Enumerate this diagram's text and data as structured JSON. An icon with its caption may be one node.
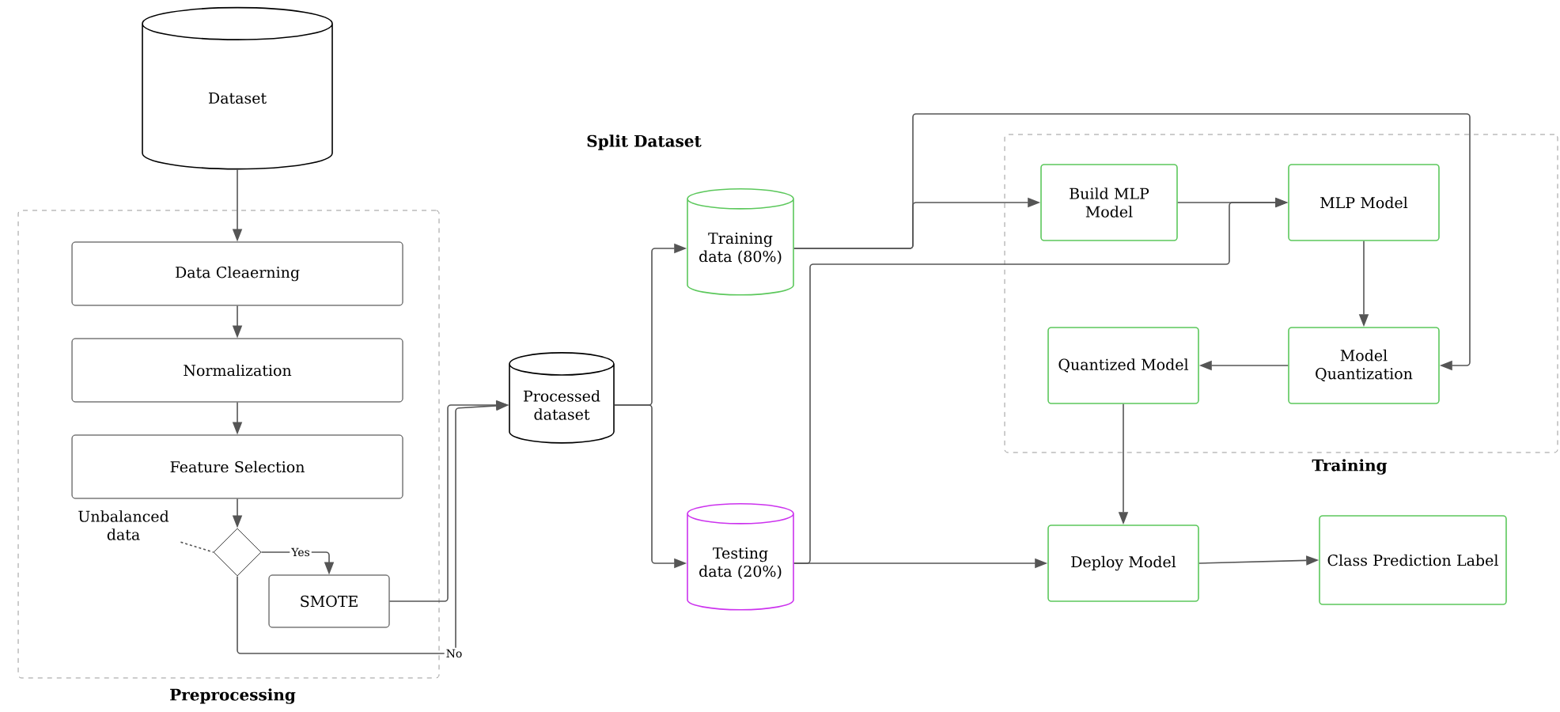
{
  "diagram": {
    "nodes": [
      {
        "text": [
          "Dataset"
        ]
      },
      {
        "text": [
          "Preprocessing"
        ]
      },
      {
        "text": [
          "Data Cleaerning"
        ],
        "in": 1
      },
      {
        "text": [
          "Normalization"
        ],
        "in": 1
      },
      {
        "text": [
          "Feature Selection"
        ],
        "in": 1
      },
      {
        "text": [
          "Unbalanced data"
        ],
        "in": 1
      },
      {
        "text": [],
        "shape": "diamond",
        "in": 1
      },
      {
        "text": [
          "SMOTE"
        ],
        "in": 1
      },
      {
        "text": [
          "Processed dataset"
        ]
      },
      {
        "text": [
          "Training data (80%)"
        ]
      },
      {
        "text": [
          "Testing data (20%)"
        ]
      },
      {
        "text": [
          "Training"
        ]
      },
      {
        "text": [
          "Build MLP Model"
        ],
        "in": 11
      },
      {
        "text": [
          "MLP Model"
        ],
        "in": 11
      },
      {
        "text": [
          "Quantized Model"
        ],
        "in": 11
      },
      {
        "text": [
          "Model Quantization"
        ],
        "in": 11
      },
      {
        "text": [
          "Deploy Model"
        ]
      },
      {
        "text": [
          "Class Prediction Label"
        ]
      }
    ],
    "edges": [
      {
        "from": 0,
        "to": 2,
        "arrow": "to"
      },
      {
        "from": 2,
        "to": 3,
        "arrow": "to"
      },
      {
        "from": 3,
        "to": 4,
        "arrow": "to"
      },
      {
        "from": 4,
        "to": 6,
        "arrow": "to"
      },
      {
        "from": 5,
        "to": 6,
        "arrow": "none",
        "style": "dashed"
      },
      {
        "from": 6,
        "to": 7,
        "arrow": "to",
        "label": "Yes"
      },
      {
        "from": 6,
        "to": 8,
        "arrow": "to",
        "label": "No"
      },
      {
        "from": 7,
        "to": 8,
        "arrow": "to"
      },
      {
        "from": 8,
        "to": 9,
        "arrow": "to"
      },
      {
        "from": 8,
        "to": 10,
        "arrow": "to"
      },
      {
        "from": 9,
        "to": 12,
        "arrow": "to"
      },
      {
        "from": 9,
        "to": 15,
        "arrow": "to"
      },
      {
        "from": 10,
        "to": 13,
        "arrow": "to"
      },
      {
        "from": 12,
        "to": 13,
        "arrow": "to"
      },
      {
        "from": 13,
        "to": 15,
        "arrow": "to"
      },
      {
        "from": 15,
        "to": 14,
        "arrow": "to"
      },
      {
        "from": 14,
        "to": 16,
        "arrow": "to"
      },
      {
        "from": 10,
        "to": 16,
        "arrow": "to"
      },
      {
        "from": 16,
        "to": 17,
        "arrow": "to"
      }
    ],
    "labels": [
      "Split Dataset"
    ]
  }
}
